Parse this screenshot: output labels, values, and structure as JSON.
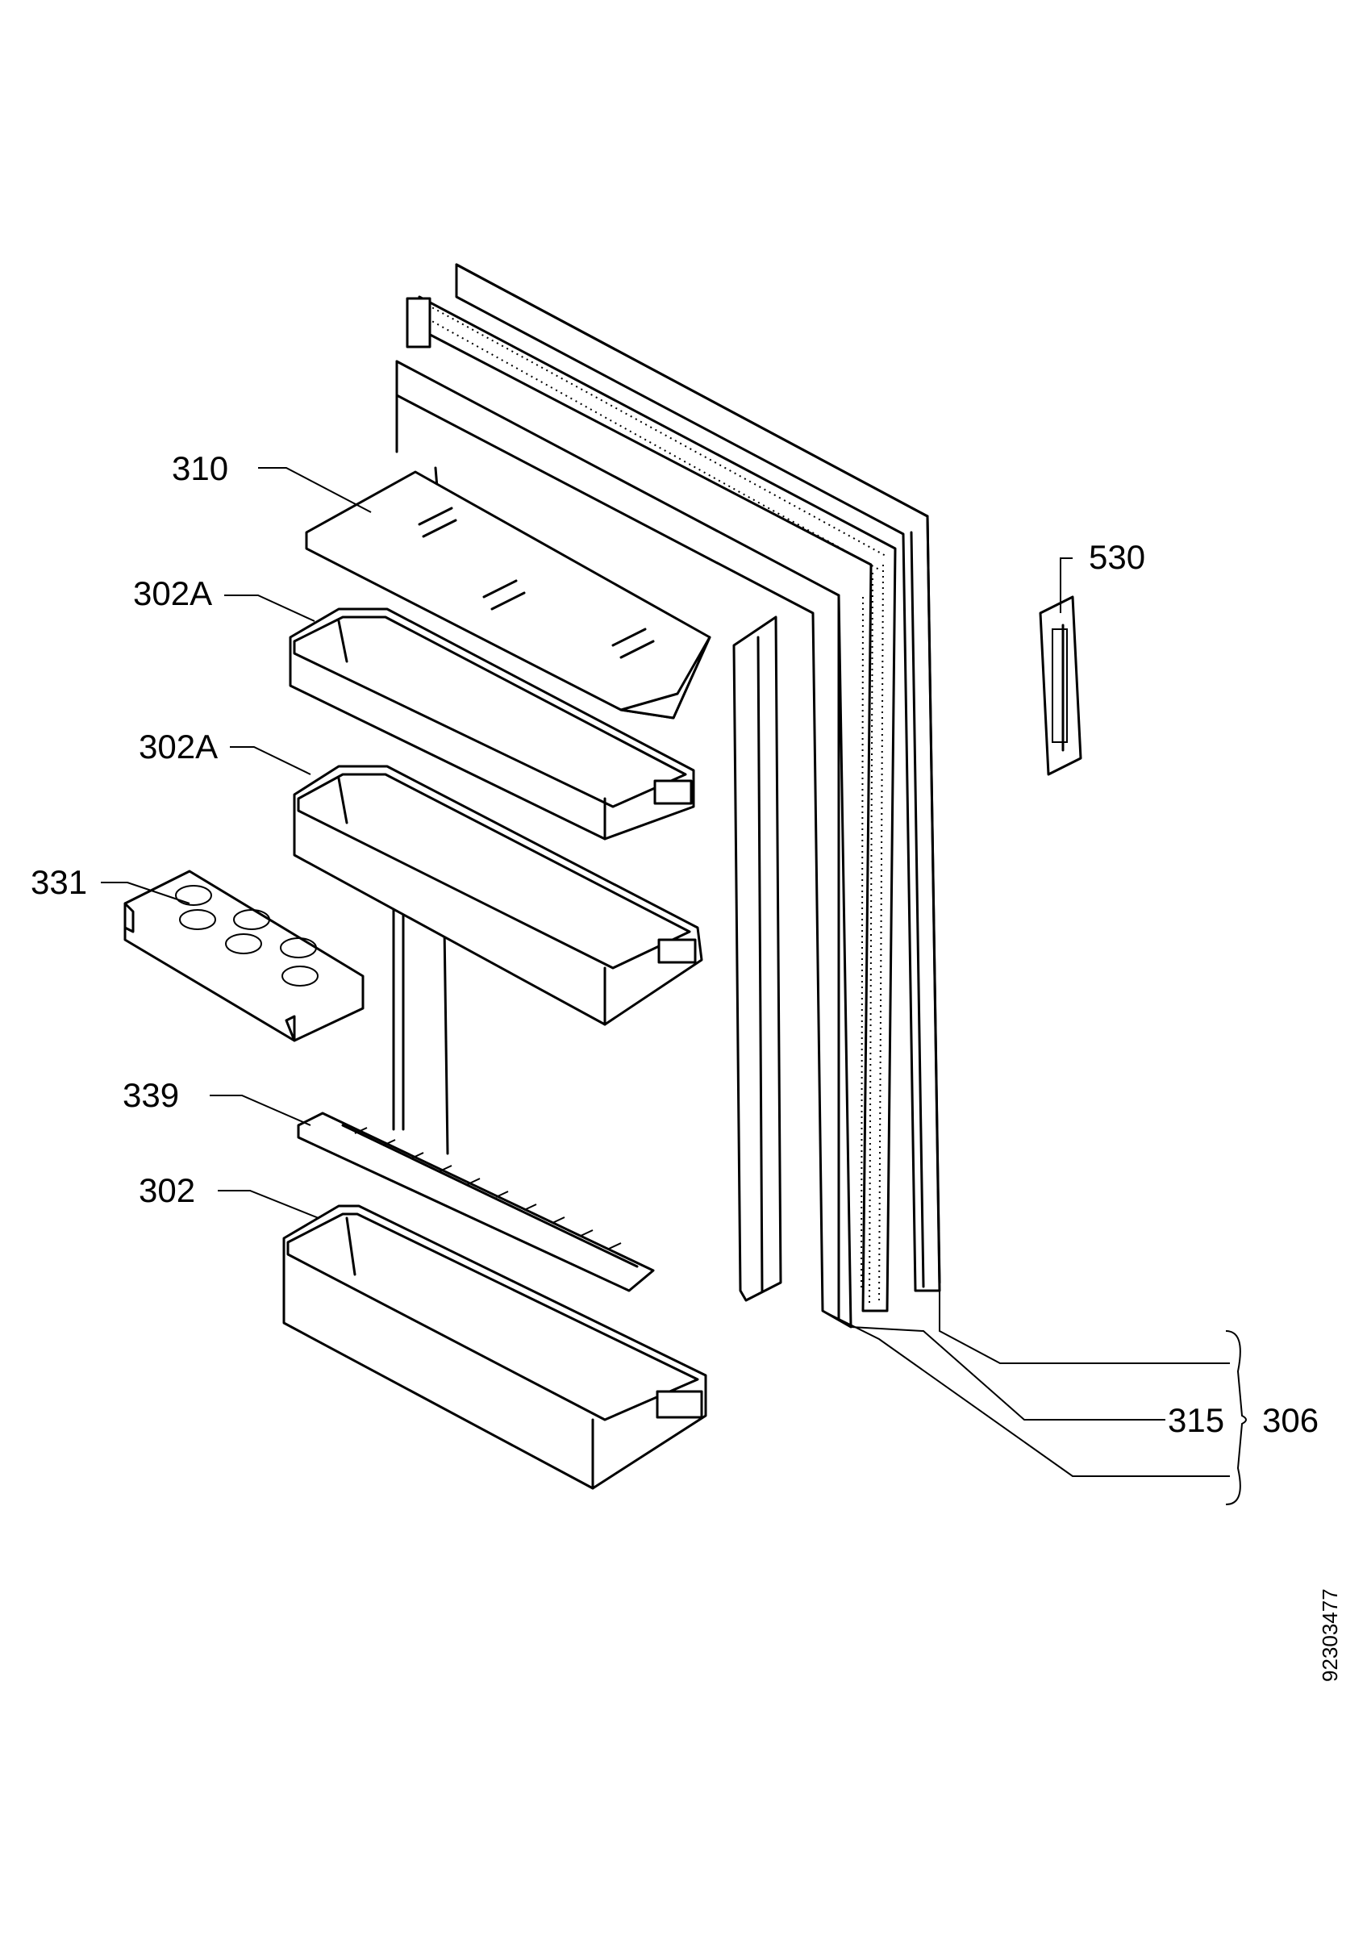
{
  "labels": {
    "shelf_cover": "310",
    "door_balcony_upper": "302A",
    "door_balcony_middle": "302A",
    "egg_tray": "331",
    "bottle_retainer": "339",
    "door_balcony_lower": "302",
    "handle": "530",
    "gasket": "315",
    "door_assembly": "306"
  },
  "drawing_number": "92303477"
}
